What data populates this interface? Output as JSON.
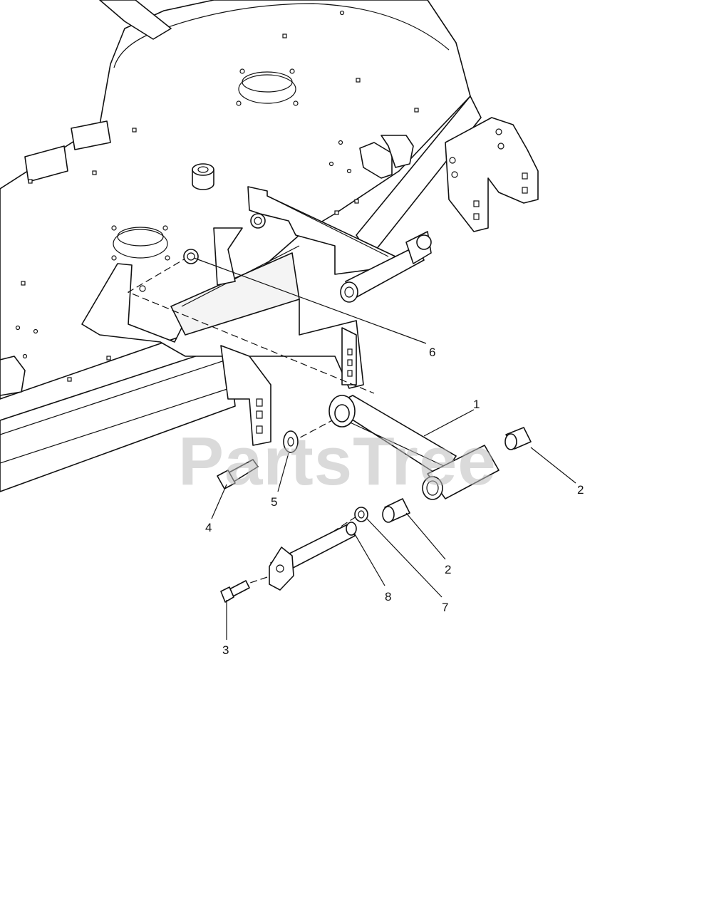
{
  "watermark": "PartsTree",
  "callouts": [
    {
      "id": "c1",
      "label": "1"
    },
    {
      "id": "c2a",
      "label": "2"
    },
    {
      "id": "c2b",
      "label": "2"
    },
    {
      "id": "c3",
      "label": "3"
    },
    {
      "id": "c4",
      "label": "4"
    },
    {
      "id": "c5",
      "label": "5"
    },
    {
      "id": "c6",
      "label": "6"
    },
    {
      "id": "c7",
      "label": "7"
    },
    {
      "id": "c8",
      "label": "8"
    }
  ]
}
